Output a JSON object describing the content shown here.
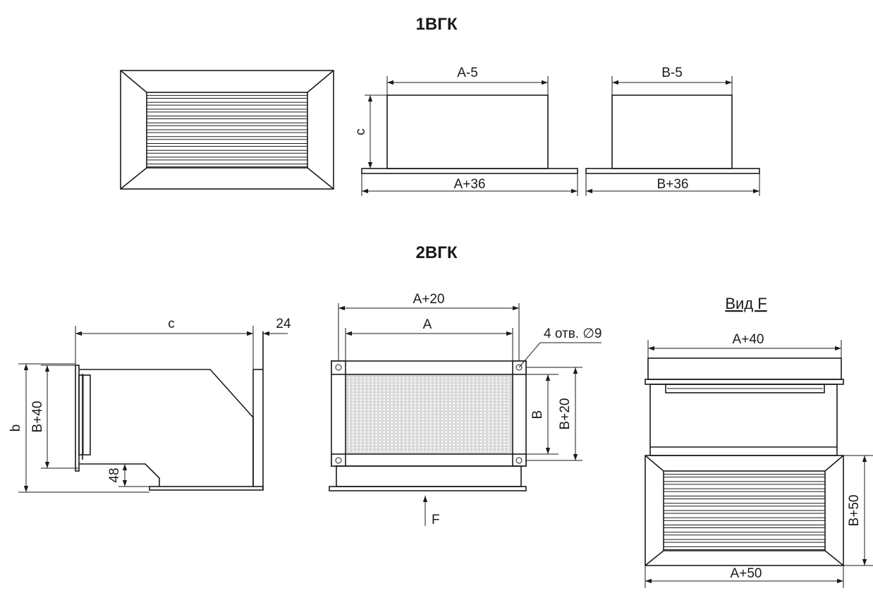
{
  "titles": {
    "top": "1ВГК",
    "bottom": "2ВГК"
  },
  "view_label": "Вид F",
  "dims": {
    "a_minus_5": "A-5",
    "a_plus_36": "A+36",
    "c_top": "c",
    "b_minus_5": "B-5",
    "b_plus_36": "B+36",
    "c_side": "c",
    "d24": "24",
    "b_lower": "b",
    "b_plus_40": "B+40",
    "d48": "48",
    "a_plus_20": "A+20",
    "a_inner": "A",
    "holes": "4 отв. ∅9",
    "b_inner": "B",
    "b_plus_20": "B+20",
    "f_arrow": "F",
    "a_plus_40": "A+40",
    "b_plus_50": "B+50",
    "a_plus_50": "A+50"
  }
}
